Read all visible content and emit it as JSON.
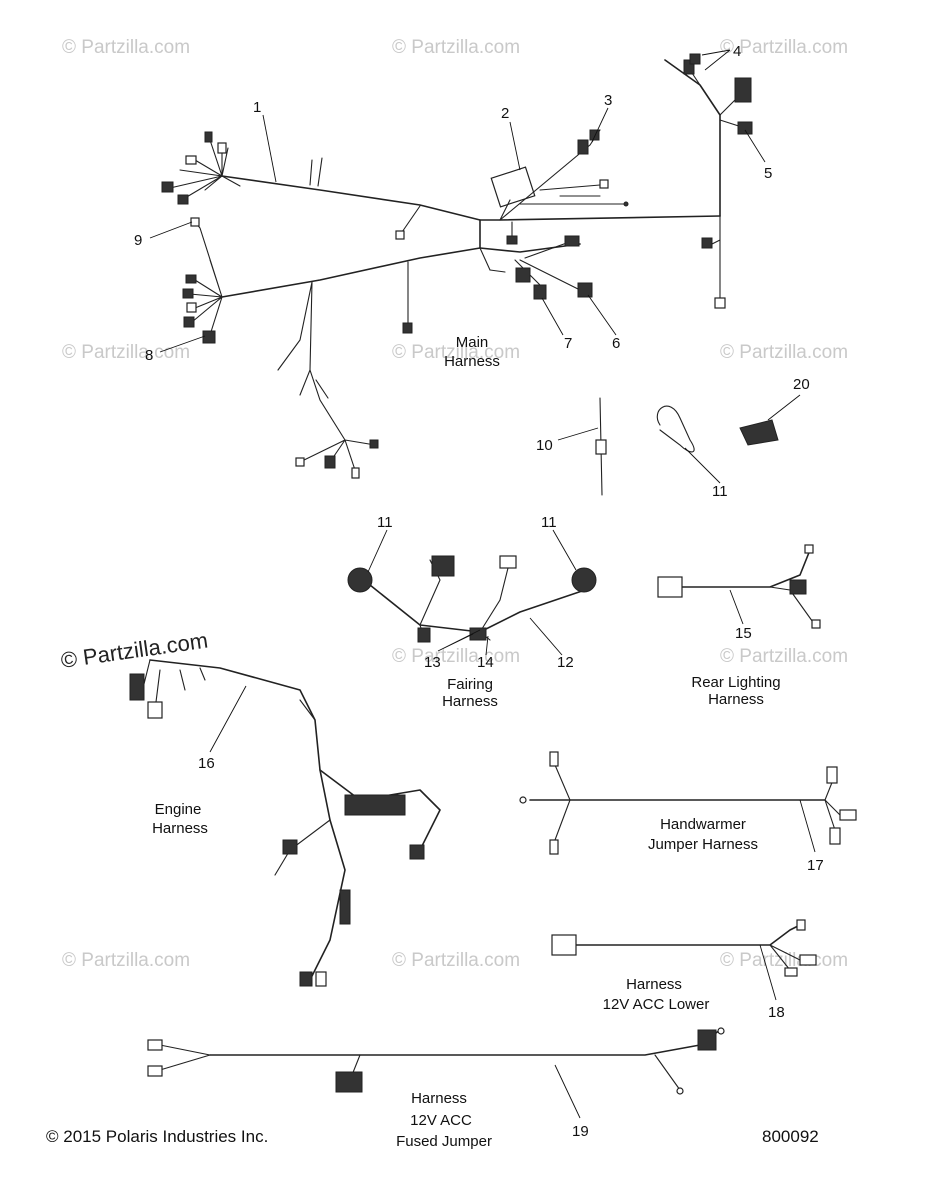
{
  "watermark": "© Partzilla.com",
  "groups": {
    "main": [
      "Main",
      "Harness"
    ],
    "fairing": [
      "Fairing",
      "Harness"
    ],
    "rear": [
      "Rear Lighting",
      "Harness"
    ],
    "engine": [
      "Engine",
      "Harness"
    ],
    "handwarmer": [
      "Handwarmer",
      "Jumper Harness"
    ],
    "acc_lower": [
      "Harness",
      "12V ACC Lower"
    ],
    "acc_fused": [
      "Harness",
      "12V ACC",
      "Fused Jumper"
    ]
  },
  "callouts": [
    "1",
    "2",
    "3",
    "4",
    "5",
    "6",
    "7",
    "8",
    "9",
    "10",
    "11",
    "11",
    "11",
    "12",
    "13",
    "14",
    "15",
    "16",
    "17",
    "18",
    "19",
    "20"
  ],
  "footer": {
    "copyright": "© 2015 Polaris Industries Inc.",
    "part_number": "800092"
  }
}
